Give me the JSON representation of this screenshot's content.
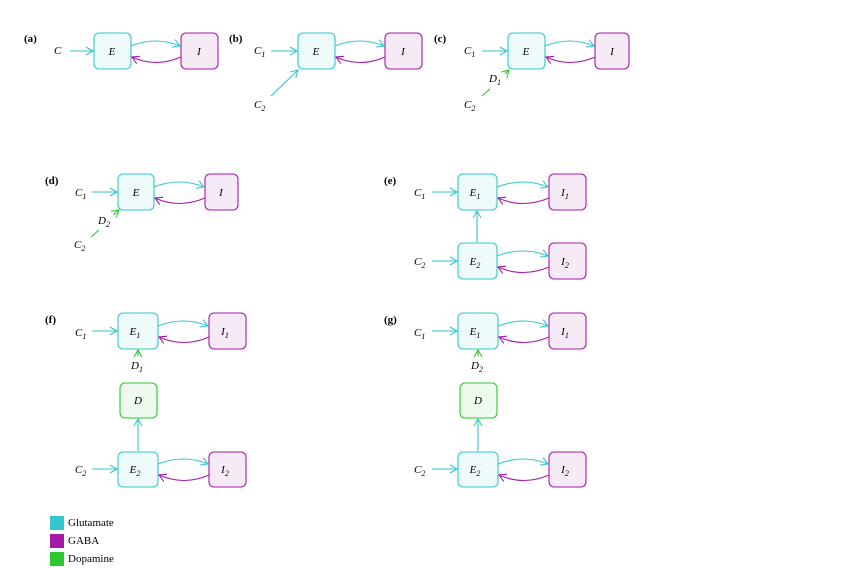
{
  "colors": {
    "glutamate": "#33c7cc",
    "gaba": "#a51aa8",
    "dopamine": "#2fc72f",
    "glutamate_fill": "#effafb",
    "gaba_fill": "#f6eaf7",
    "dopamine_fill": "#effaef"
  },
  "panels": {
    "a": {
      "label": "(a)",
      "inputs": [
        "C"
      ],
      "excitatory": "E",
      "inhibitory": "I"
    },
    "b": {
      "label": "(b)",
      "inputs": [
        "C1",
        "C2"
      ],
      "excitatory": "E",
      "inhibitory": "I"
    },
    "c": {
      "label": "(c)",
      "inputs": [
        "C1",
        "C2"
      ],
      "modulator": "D1",
      "excitatory": "E",
      "inhibitory": "I"
    },
    "d": {
      "label": "(d)",
      "inputs": [
        "C1",
        "C2"
      ],
      "modulator": "D2",
      "excitatory": "E",
      "inhibitory": "I"
    },
    "e": {
      "label": "(e)",
      "inputs": [
        "C1",
        "C2"
      ],
      "excitatory": [
        "E1",
        "E2"
      ],
      "inhibitory": [
        "I1",
        "I2"
      ]
    },
    "f": {
      "label": "(f)",
      "inputs": [
        "C1",
        "C2"
      ],
      "excitatory": [
        "E1",
        "E2"
      ],
      "inhibitory": [
        "I1",
        "I2"
      ],
      "dopamine_node": "D",
      "modulator": "D1"
    },
    "g": {
      "label": "(g)",
      "inputs": [
        "C1",
        "C2"
      ],
      "excitatory": [
        "E1",
        "E2"
      ],
      "inhibitory": [
        "I1",
        "I2"
      ],
      "dopamine_node": "D",
      "modulator": "D2"
    }
  },
  "legend": {
    "items": [
      {
        "label": "Glutamate",
        "color": "#33c7cc"
      },
      {
        "label": "GABA",
        "color": "#a51aa8"
      },
      {
        "label": "Dopamine",
        "color": "#2fc72f"
      }
    ]
  }
}
